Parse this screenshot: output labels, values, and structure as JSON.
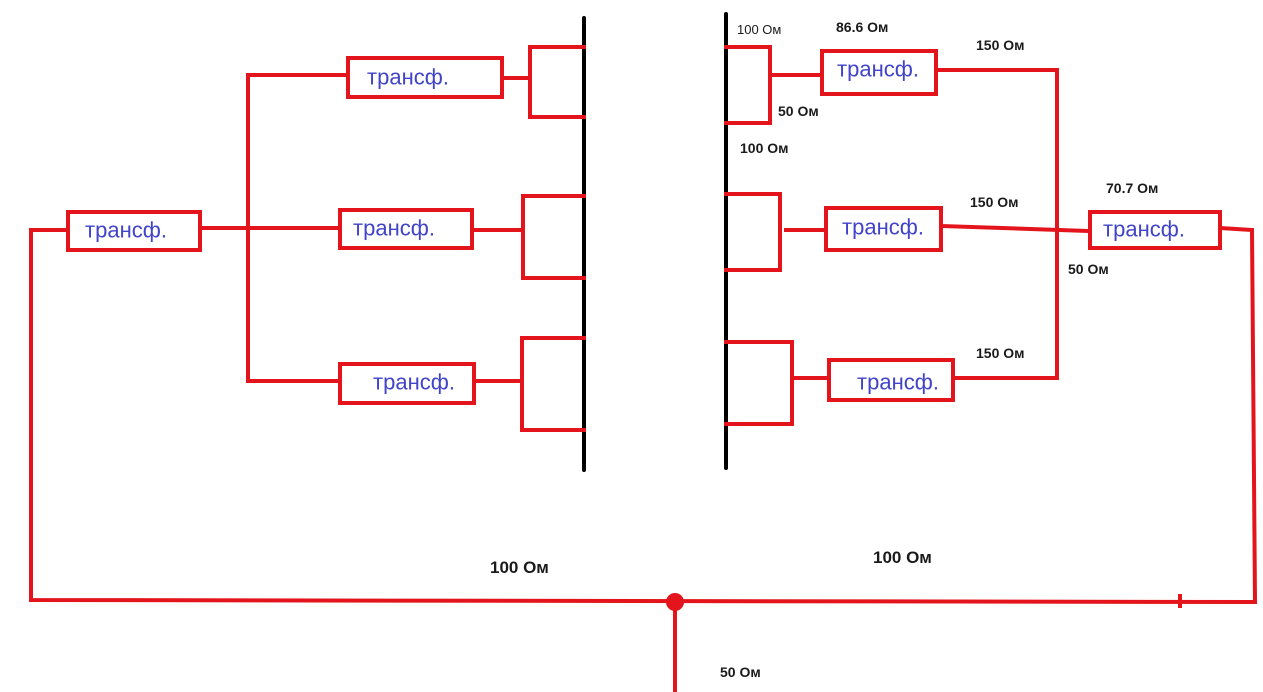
{
  "transformer_label": "трансф.",
  "labels": {
    "r100_top": "100 Ом",
    "r86_6": "86.6 Ом",
    "r150_top": "150 Ом",
    "r50_top": "50 Ом",
    "r100_mid": "100 Ом",
    "r70_7": "70.7 Ом",
    "r150_mid": "150 Ом",
    "r50_mid": "50 Ом",
    "r150_bot": "150 Ом",
    "r100_bottom_left": "100 Ом",
    "r100_bottom_right": "100 Ом",
    "r50_bottom": "50 Ом"
  },
  "colors": {
    "wire": "#e3141b",
    "dipole": "#000000",
    "label": "#4143c9"
  }
}
